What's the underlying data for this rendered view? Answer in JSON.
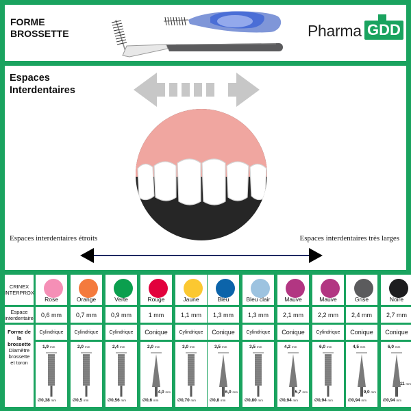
{
  "header": {
    "title_line1": "FORME",
    "title_line2": "BROSSETTE",
    "logo_left": "Pharma",
    "logo_right": "GDD"
  },
  "spaces": {
    "title_line1": "Espaces",
    "title_line2": "Interdentaires",
    "left_label": "Espaces interdentaires étroits",
    "right_label": "Espaces interdentaires très larges"
  },
  "table": {
    "row_labels": {
      "brand": [
        "CRINEX",
        "INTERPROX"
      ],
      "space": [
        "Espace",
        "interdentaire"
      ],
      "shape": [
        "Forme de la",
        "brossette",
        "Diamètre",
        "brossette",
        "et toron"
      ]
    },
    "columns": [
      {
        "color_name": "Rose",
        "hex": "#f58fb6",
        "space": "0,6 mm",
        "shape": "Cylindrique",
        "top": "1,9",
        "bottom": "0,38",
        "conical": false
      },
      {
        "color_name": "Orange",
        "hex": "#f47a3d",
        "space": "0,7 mm",
        "shape": "Cylindrique",
        "top": "2,0",
        "bottom": "0,5",
        "conical": false
      },
      {
        "color_name": "Verte",
        "hex": "#0b9f4e",
        "space": "0,9 mm",
        "shape": "Cylindrique",
        "top": "2,4",
        "bottom": "0,56",
        "conical": false
      },
      {
        "color_name": "Rouge",
        "hex": "#e2013d",
        "space": "1 mm",
        "shape": "Conique",
        "top": "2,0",
        "bottom": "0,6",
        "side": "4,0",
        "conical": true
      },
      {
        "color_name": "Jaune",
        "hex": "#fbc831",
        "space": "1,1 mm",
        "shape": "Cylindrique",
        "top": "3,0",
        "bottom": "0,70",
        "conical": false
      },
      {
        "color_name": "Bleu",
        "hex": "#0c64aa",
        "space": "1,3 mm",
        "shape": "Conique",
        "top": "3,5",
        "bottom": "0,8",
        "side": "6,0",
        "conical": true
      },
      {
        "color_name": "Bleu clair",
        "hex": "#9dc3e0",
        "space": "1,3 mm",
        "shape": "Cylindrique",
        "top": "3,5",
        "bottom": "0,80",
        "conical": false
      },
      {
        "color_name": "Mauve",
        "hex": "#b23682",
        "space": "2,1 mm",
        "shape": "Conique",
        "top": "4,2",
        "bottom": "0,94",
        "side": "5,7",
        "conical": true
      },
      {
        "color_name": "Mauve",
        "hex": "#b23682",
        "space": "2,2 mm",
        "shape": "Cylindrique",
        "top": "6,0",
        "bottom": "0,94",
        "conical": false
      },
      {
        "color_name": "Grise",
        "hex": "#5b5b5d",
        "space": "2,4 mm",
        "shape": "Conique",
        "top": "4,5",
        "bottom": "0,94",
        "side": "9,0",
        "conical": true
      },
      {
        "color_name": "Noire",
        "hex": "#1d1d1f",
        "space": "2,7 mm",
        "shape": "Conique",
        "top": "6,0",
        "bottom": "0,94",
        "side": "11",
        "conical": true
      }
    ]
  },
  "unit_mm": "mm",
  "diameter_symbol": "Ø"
}
